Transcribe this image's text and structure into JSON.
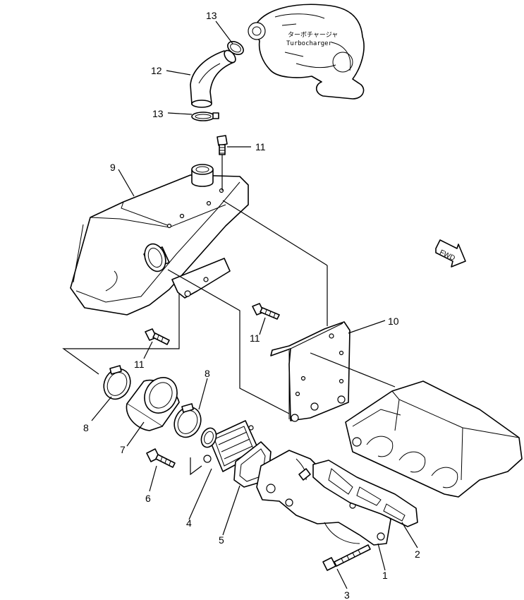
{
  "turbocharger": {
    "label_jp": "ターボチャージャ",
    "label_en": "Turbocharger"
  },
  "fwd_label": "FWD",
  "callouts": [
    {
      "id": "c13a",
      "text": "13"
    },
    {
      "id": "c12",
      "text": "12"
    },
    {
      "id": "c13b",
      "text": "13"
    },
    {
      "id": "c11a",
      "text": "11"
    },
    {
      "id": "c9",
      "text": "9"
    },
    {
      "id": "c10",
      "text": "10"
    },
    {
      "id": "c11b",
      "text": "11"
    },
    {
      "id": "c11c",
      "text": "11"
    },
    {
      "id": "c8a",
      "text": "8"
    },
    {
      "id": "c8b",
      "text": "8"
    },
    {
      "id": "c7",
      "text": "7"
    },
    {
      "id": "c6",
      "text": "6"
    },
    {
      "id": "c4",
      "text": "4"
    },
    {
      "id": "c5",
      "text": "5"
    },
    {
      "id": "c2",
      "text": "2"
    },
    {
      "id": "c1",
      "text": "1"
    },
    {
      "id": "c3",
      "text": "3"
    }
  ]
}
